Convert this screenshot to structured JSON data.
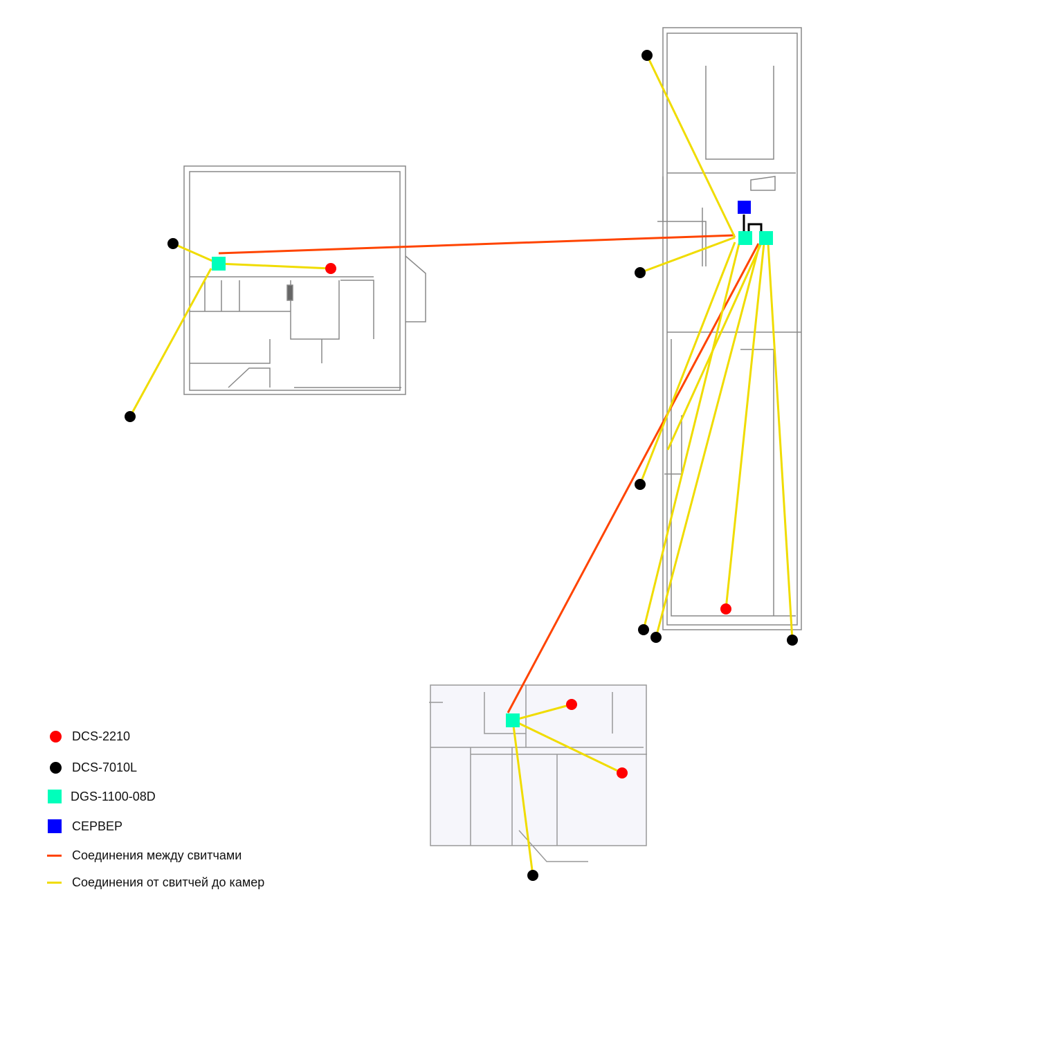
{
  "colors": {
    "dcs2210": "#ff0000",
    "dcs7010l": "#000000",
    "switch": "#00ffbb",
    "server": "#0000ff",
    "switch_link": "#ff4400",
    "camera_link": "#f0dc00",
    "plan_line": "#888888"
  },
  "legend": [
    {
      "symbol": "red-circle",
      "label": "DCS-2210"
    },
    {
      "symbol": "black-circle",
      "label": "DCS-7010L"
    },
    {
      "symbol": "green-square",
      "label": "DGS-1100-08D"
    },
    {
      "symbol": "blue-square",
      "label": "СЕРВЕР"
    },
    {
      "symbol": "orange-line",
      "label": "Соединения между свитчами"
    },
    {
      "symbol": "yellow-line",
      "label": "Соединения от свитчей до камер"
    }
  ]
}
